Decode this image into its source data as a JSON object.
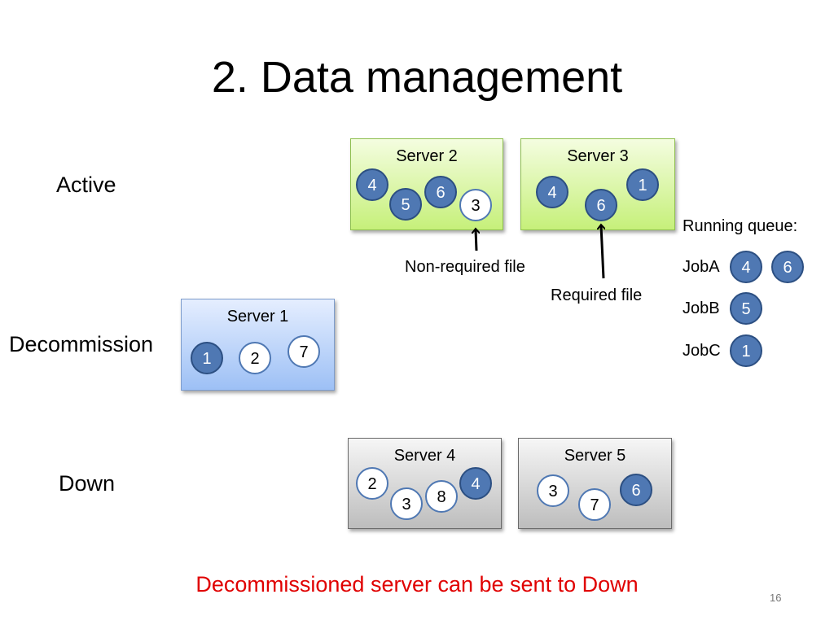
{
  "title": "2. Data management",
  "rows": {
    "active": "Active",
    "decommission": "Decommission",
    "down": "Down"
  },
  "servers": {
    "server2": {
      "name": "Server 2",
      "files": [
        "4",
        "6",
        "5",
        "3"
      ]
    },
    "server3": {
      "name": "Server 3",
      "files": [
        "4",
        "1",
        "6"
      ]
    },
    "server1": {
      "name": "Server 1",
      "files": [
        "1",
        "2",
        "7"
      ]
    },
    "server4": {
      "name": "Server 4",
      "files": [
        "2",
        "4",
        "8",
        "3"
      ]
    },
    "server5": {
      "name": "Server 5",
      "files": [
        "3",
        "6",
        "7"
      ]
    }
  },
  "annotations": {
    "non_required": "Non-required file",
    "required": "Required file"
  },
  "queue": {
    "title": "Running queue:",
    "jobs": [
      {
        "name": "JobA",
        "files": [
          "4",
          "6"
        ]
      },
      {
        "name": "JobB",
        "files": [
          "5"
        ]
      },
      {
        "name": "JobC",
        "files": [
          "1"
        ]
      }
    ]
  },
  "footer": "Decommissioned server can be sent to Down",
  "page_number": "16",
  "colors": {
    "required_file": "#4f78b3",
    "non_required_file": "#ffffff",
    "active_box": "#c6f07a",
    "decommission_box": "#9dc0f5",
    "down_box": "#bdbdbd",
    "footer_text": "#e00000"
  }
}
